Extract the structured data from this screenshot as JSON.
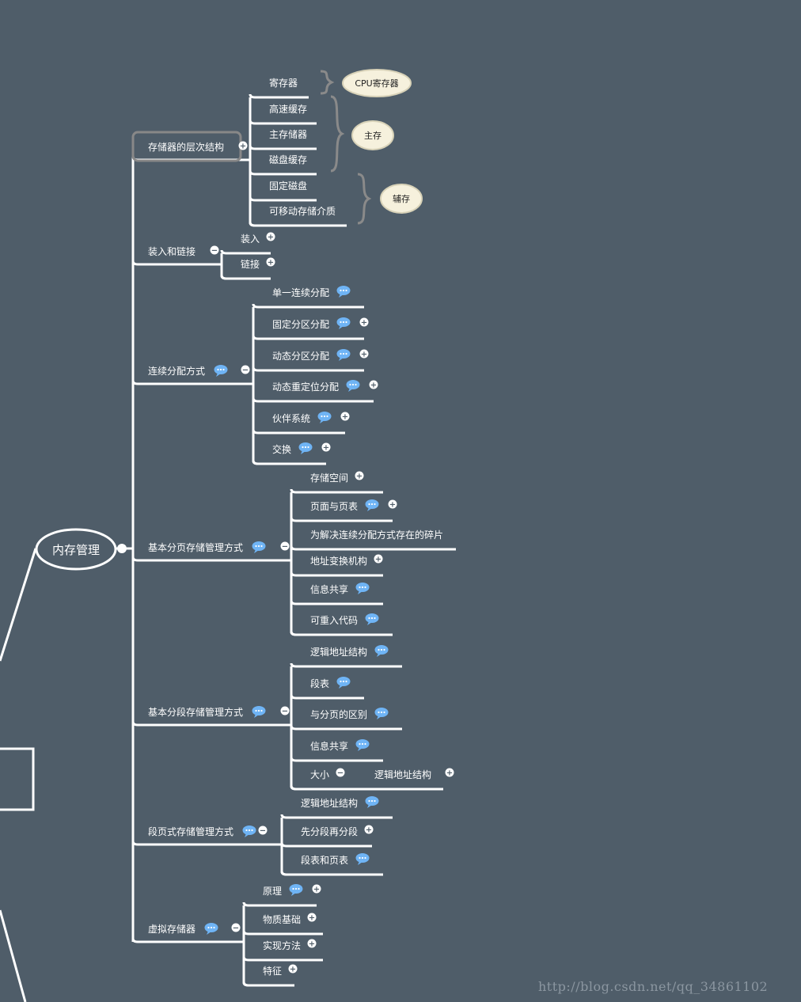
{
  "root": {
    "label": "内存管理",
    "children": [
      {
        "label": "存储器的层次结构",
        "toggle": "+",
        "children": [
          {
            "label": "寄存器"
          },
          {
            "label": "高速缓存"
          },
          {
            "label": "主存储器"
          },
          {
            "label": "磁盘缓存"
          },
          {
            "label": "固定磁盘"
          },
          {
            "label": "可移动存储介质"
          }
        ],
        "summaries": [
          {
            "label": "CPU寄存器"
          },
          {
            "label": "主存"
          },
          {
            "label": "辅存"
          }
        ]
      },
      {
        "label": "装入和链接",
        "toggle": "−",
        "children": [
          {
            "label": "装入",
            "toggle": "+"
          },
          {
            "label": "链接",
            "toggle": "+"
          }
        ]
      },
      {
        "label": "连续分配方式",
        "note": true,
        "toggle": "−",
        "children": [
          {
            "label": "单一连续分配",
            "note": true
          },
          {
            "label": "固定分区分配",
            "note": true,
            "toggle": "+"
          },
          {
            "label": "动态分区分配",
            "note": true,
            "toggle": "+"
          },
          {
            "label": "动态重定位分配",
            "note": true,
            "toggle": "+"
          },
          {
            "label": "伙伴系统",
            "note": true,
            "toggle": "+"
          },
          {
            "label": "交换",
            "note": true,
            "toggle": "+"
          }
        ]
      },
      {
        "label": "基本分页存储管理方式",
        "note": true,
        "toggle": "−",
        "children": [
          {
            "label": "存储空间",
            "toggle": "+"
          },
          {
            "label": "页面与页表",
            "note": true,
            "toggle": "+"
          },
          {
            "label": "为解决连续分配方式存在的碎片"
          },
          {
            "label": "地址变换机构",
            "toggle": "+"
          },
          {
            "label": "信息共享",
            "note": true
          },
          {
            "label": "可重入代码",
            "note": true
          }
        ]
      },
      {
        "label": "基本分段存储管理方式",
        "note": true,
        "toggle": "−",
        "children": [
          {
            "label": "逻辑地址结构",
            "note": true
          },
          {
            "label": "段表",
            "note": true
          },
          {
            "label": "与分页的区别",
            "note": true
          },
          {
            "label": "信息共享",
            "note": true
          },
          {
            "label": "大小",
            "toggle": "−",
            "children": [
              {
                "label": "逻辑地址结构",
                "toggle": "+"
              }
            ]
          }
        ]
      },
      {
        "label": "段页式存储管理方式",
        "note": true,
        "toggle": "−",
        "children": [
          {
            "label": "逻辑地址结构",
            "note": true
          },
          {
            "label": "先分段再分段",
            "toggle": "+"
          },
          {
            "label": "段表和页表",
            "note": true
          }
        ]
      },
      {
        "label": "虚拟存储器",
        "note": true,
        "toggle": "−",
        "children": [
          {
            "label": "原理",
            "note": true,
            "toggle": "+"
          },
          {
            "label": "物质基础",
            "toggle": "+"
          },
          {
            "label": "实现方法",
            "toggle": "+"
          },
          {
            "label": "特征",
            "toggle": "+"
          }
        ]
      }
    ]
  },
  "watermark": "http://blog.csdn.net/qq_34861102",
  "colors": {
    "background": "#4f5d69",
    "line": "#ffffff",
    "text": "#ffffff",
    "note_icon": "#6fb4f5",
    "summary_fill": "#f6f1dd",
    "summary_text": "#222222",
    "brace": "#8a8a8a"
  }
}
